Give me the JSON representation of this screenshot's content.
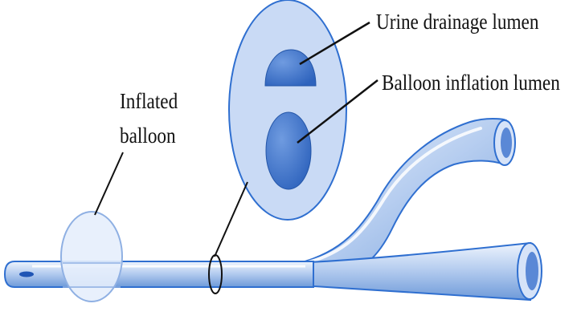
{
  "labels": {
    "urine_drainage": "Urine drainage lumen",
    "balloon_inflation": "Balloon inflation lumen",
    "inflated_balloon_line1": "Inflated",
    "inflated_balloon_line2": "balloon"
  },
  "colors": {
    "tube_fill": "#b7cef0",
    "tube_highlight": "#ffffff",
    "tube_outline": "#2f6fd0",
    "cross_section_fill": "#c9daf5",
    "lumen_fill": "#3f77cf",
    "balloon_fill": "#e5eefc",
    "leader_line": "#111111"
  }
}
